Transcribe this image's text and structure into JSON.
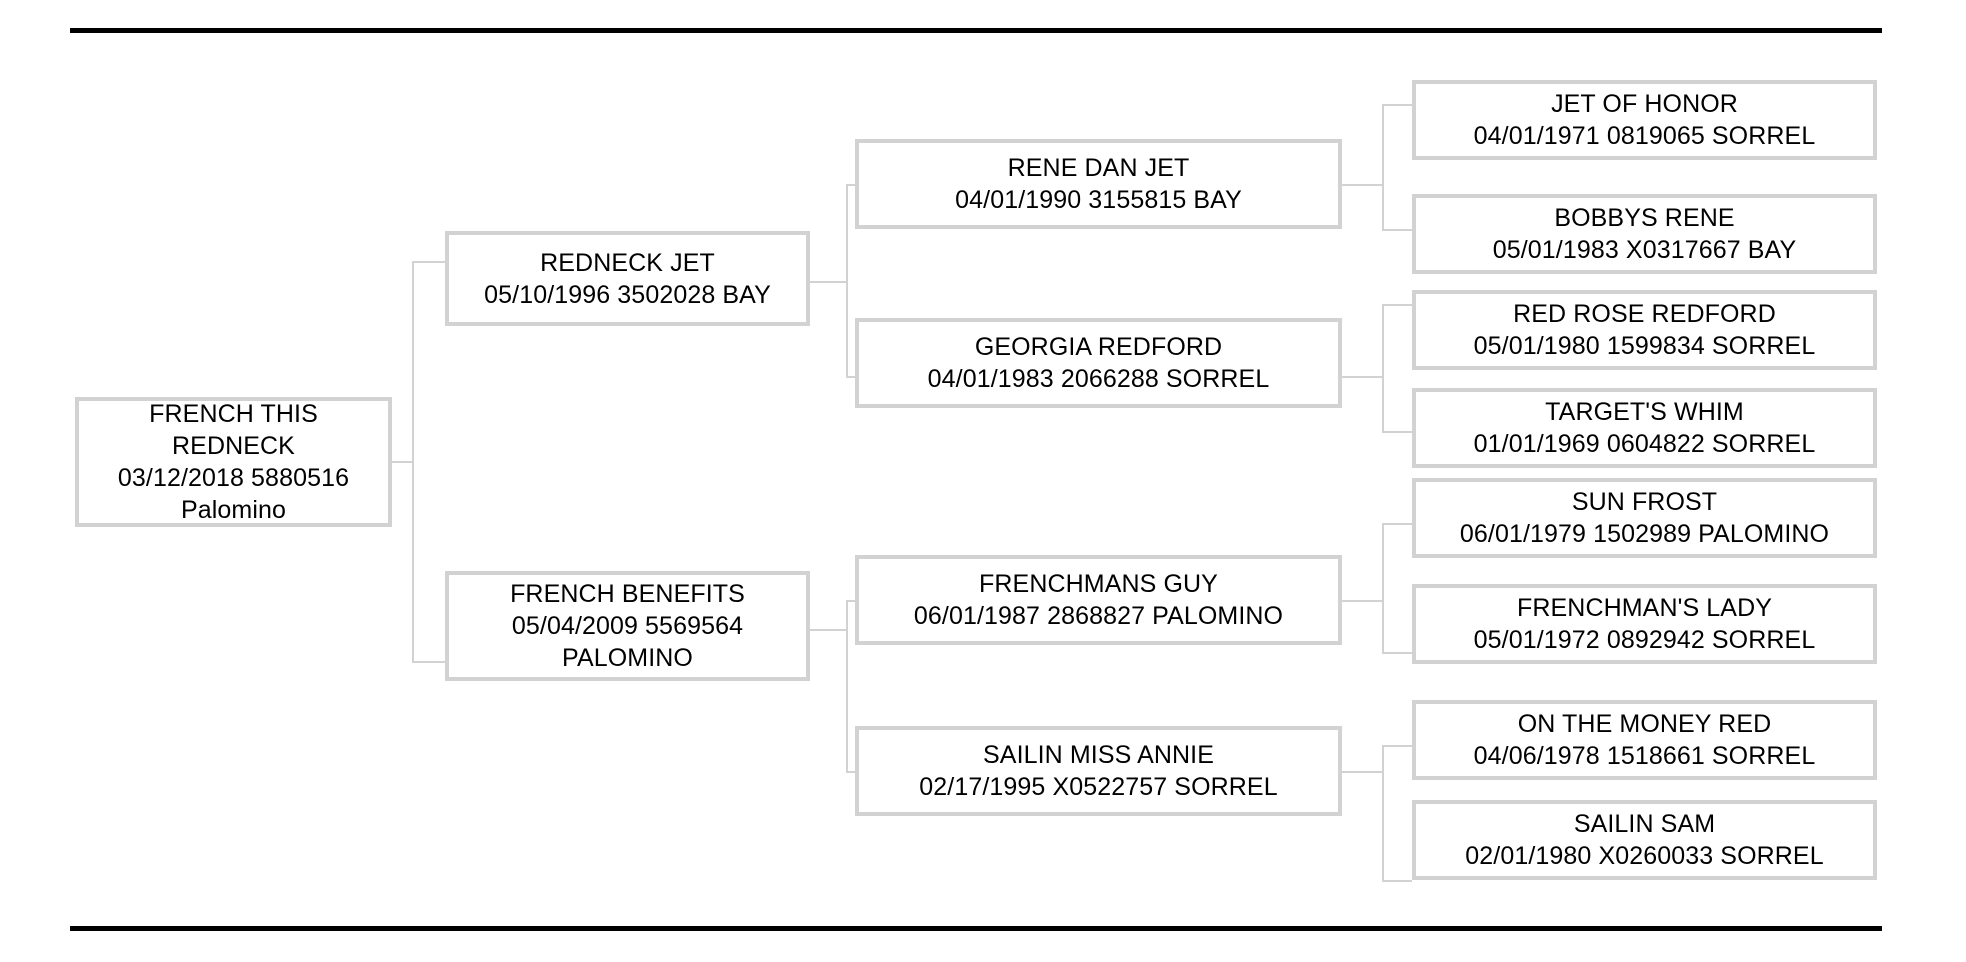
{
  "chart": {
    "type": "pedigree-tree",
    "title": "",
    "generations": 4,
    "colors": {
      "box_border": "#d2d2d2",
      "connector": "#d2d2d2",
      "rule": "#000000",
      "text": "#000000",
      "background": "#ffffff"
    }
  },
  "rules": {
    "top_label": "top-divider",
    "bottom_label": "bottom-divider"
  },
  "nodes": {
    "subject": {
      "name": "FRENCH THIS",
      "name2": "REDNECK",
      "date": "03/12/2018",
      "reg": "5880516",
      "color": "Palomino",
      "line1": "FRENCH THIS",
      "line2": "REDNECK",
      "line3": "03/12/2018 5880516",
      "line4": "Palomino"
    },
    "sire": {
      "name": "REDNECK JET",
      "date": "05/10/1996",
      "reg": "3502028",
      "color": "BAY",
      "line1": "REDNECK JET",
      "line2": "05/10/1996 3502028 BAY"
    },
    "dam": {
      "name": "FRENCH BENEFITS",
      "date": "05/04/2009",
      "reg": "5569564",
      "color": "PALOMINO",
      "line1": "FRENCH BENEFITS",
      "line2": "05/04/2009 5569564",
      "line3": "PALOMINO"
    },
    "sire_sire": {
      "name": "RENE DAN JET",
      "date": "04/01/1990",
      "reg": "3155815",
      "color": "BAY",
      "line1": "RENE DAN JET",
      "line2": "04/01/1990 3155815 BAY"
    },
    "sire_dam": {
      "name": "GEORGIA REDFORD",
      "date": "04/01/1983",
      "reg": "2066288",
      "color": "SORREL",
      "line1": "GEORGIA REDFORD",
      "line2": "04/01/1983 2066288 SORREL"
    },
    "dam_sire": {
      "name": "FRENCHMANS GUY",
      "date": "06/01/1987",
      "reg": "2868827",
      "color": "PALOMINO",
      "line1": "FRENCHMANS GUY",
      "line2": "06/01/1987 2868827 PALOMINO"
    },
    "dam_dam": {
      "name": "SAILIN MISS ANNIE",
      "date": "02/17/1995",
      "reg": "X0522757",
      "color": "SORREL",
      "line1": "SAILIN MISS ANNIE",
      "line2": "02/17/1995 X0522757 SORREL"
    },
    "ss_sire": {
      "name": "JET OF HONOR",
      "date": "04/01/1971",
      "reg": "0819065",
      "color": "SORREL",
      "line1": "JET OF HONOR",
      "line2": "04/01/1971 0819065 SORREL"
    },
    "ss_dam": {
      "name": "BOBBYS RENE",
      "date": "05/01/1983",
      "reg": "X0317667",
      "color": "BAY",
      "line1": "BOBBYS RENE",
      "line2": "05/01/1983 X0317667 BAY"
    },
    "sd_sire": {
      "name": "RED ROSE REDFORD",
      "date": "05/01/1980",
      "reg": "1599834",
      "color": "SORREL",
      "line1": "RED ROSE REDFORD",
      "line2": "05/01/1980 1599834 SORREL"
    },
    "sd_dam": {
      "name": "TARGET'S WHIM",
      "date": "01/01/1969",
      "reg": "0604822",
      "color": "SORREL",
      "line1": "TARGET'S WHIM",
      "line2": "01/01/1969 0604822 SORREL"
    },
    "ds_sire": {
      "name": "SUN FROST",
      "date": "06/01/1979",
      "reg": "1502989",
      "color": "PALOMINO",
      "line1": "SUN FROST",
      "line2": "06/01/1979 1502989 PALOMINO"
    },
    "ds_dam": {
      "name": "FRENCHMAN'S LADY",
      "date": "05/01/1972",
      "reg": "0892942",
      "color": "SORREL",
      "line1": "FRENCHMAN'S LADY",
      "line2": "05/01/1972 0892942 SORREL"
    },
    "dd_sire": {
      "name": "ON THE MONEY RED",
      "date": "04/06/1978",
      "reg": "1518661",
      "color": "SORREL",
      "line1": "ON THE MONEY RED",
      "line2": "04/06/1978 1518661 SORREL"
    },
    "dd_dam": {
      "name": "SAILIN SAM",
      "date": "02/01/1980",
      "reg": "X0260033",
      "color": "SORREL",
      "line1": "SAILIN SAM",
      "line2": "02/01/1980 X0260033 SORREL"
    }
  }
}
